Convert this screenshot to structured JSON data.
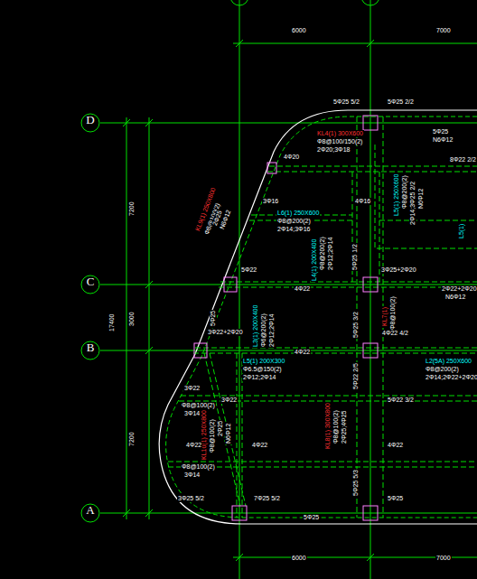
{
  "diagram": {
    "nodes": [
      {
        "text": [
          "D"
        ]
      },
      {
        "text": [
          "C"
        ]
      },
      {
        "text": [
          "B"
        ]
      },
      {
        "text": [
          "A"
        ]
      }
    ],
    "labels": [
      "6000",
      "7000",
      "6000",
      "7000",
      "7200",
      "3000",
      "7200",
      "17400",
      "5Φ25 5/2",
      "5Φ25 2/2",
      "KL4(1) 300X600",
      "Φ8@100/150(2)",
      "2Φ20;3Φ18",
      "4Φ20",
      "3Φ16",
      "L6(1) 250X600",
      "Φ8@200(2)",
      "2Φ14;3Φ16",
      "4Φ16",
      "L4(1) 200X400",
      "Φ8@200(2)",
      "2Φ12;2Φ14",
      "5Φ25 1/2",
      "L5(1) 250X600",
      "Φ8@200(2)",
      "2Φ14;3Φ25 2/2",
      "N6Φ12",
      "5Φ25",
      "N6Φ12",
      "8Φ22 2/2",
      "L5(1)",
      "KL9(1) 250X800",
      "Φ8@100(2)",
      "2Φ25",
      "N6Φ12",
      "5Φ22",
      "4Φ22",
      "3Φ25+2Φ20",
      "2Φ22+2Φ20",
      "N6Φ12",
      "KL7(1)",
      "Φ8@100(2)",
      "5Φ25 3/2",
      "5Φ25",
      "3Φ22+2Φ20",
      "L3(1) 200X400",
      "Φ6@200(2)",
      "2Φ12;2Φ14",
      "4Φ22",
      "4Φ22 4/2",
      "5Φ22 2/5",
      "L5(1) 200X300",
      "Φ6.5@150(2)",
      "2Φ12;2Φ14",
      "L2(5A) 250X600",
      "Φ8@200(2)",
      "2Φ14;2Φ22+2Φ20",
      "KL8(1) 300X800",
      "Φ8@100(2)",
      "2Φ25;4Φ25",
      "5Φ22 3/2",
      "3Φ22",
      "Φ8@100(2)",
      "3Φ14",
      "3Φ22",
      "KL10(1) 250X800",
      "Φ8@100(2)",
      "2Φ25",
      "N6Φ12",
      "4Φ22",
      "4Φ22",
      "4Φ22",
      "Φ8@100(2)",
      "3Φ14",
      "3Φ25 5/2",
      "7Φ25 5/2",
      "5Φ25 5/3",
      "5Φ25",
      "5Φ25"
    ]
  }
}
